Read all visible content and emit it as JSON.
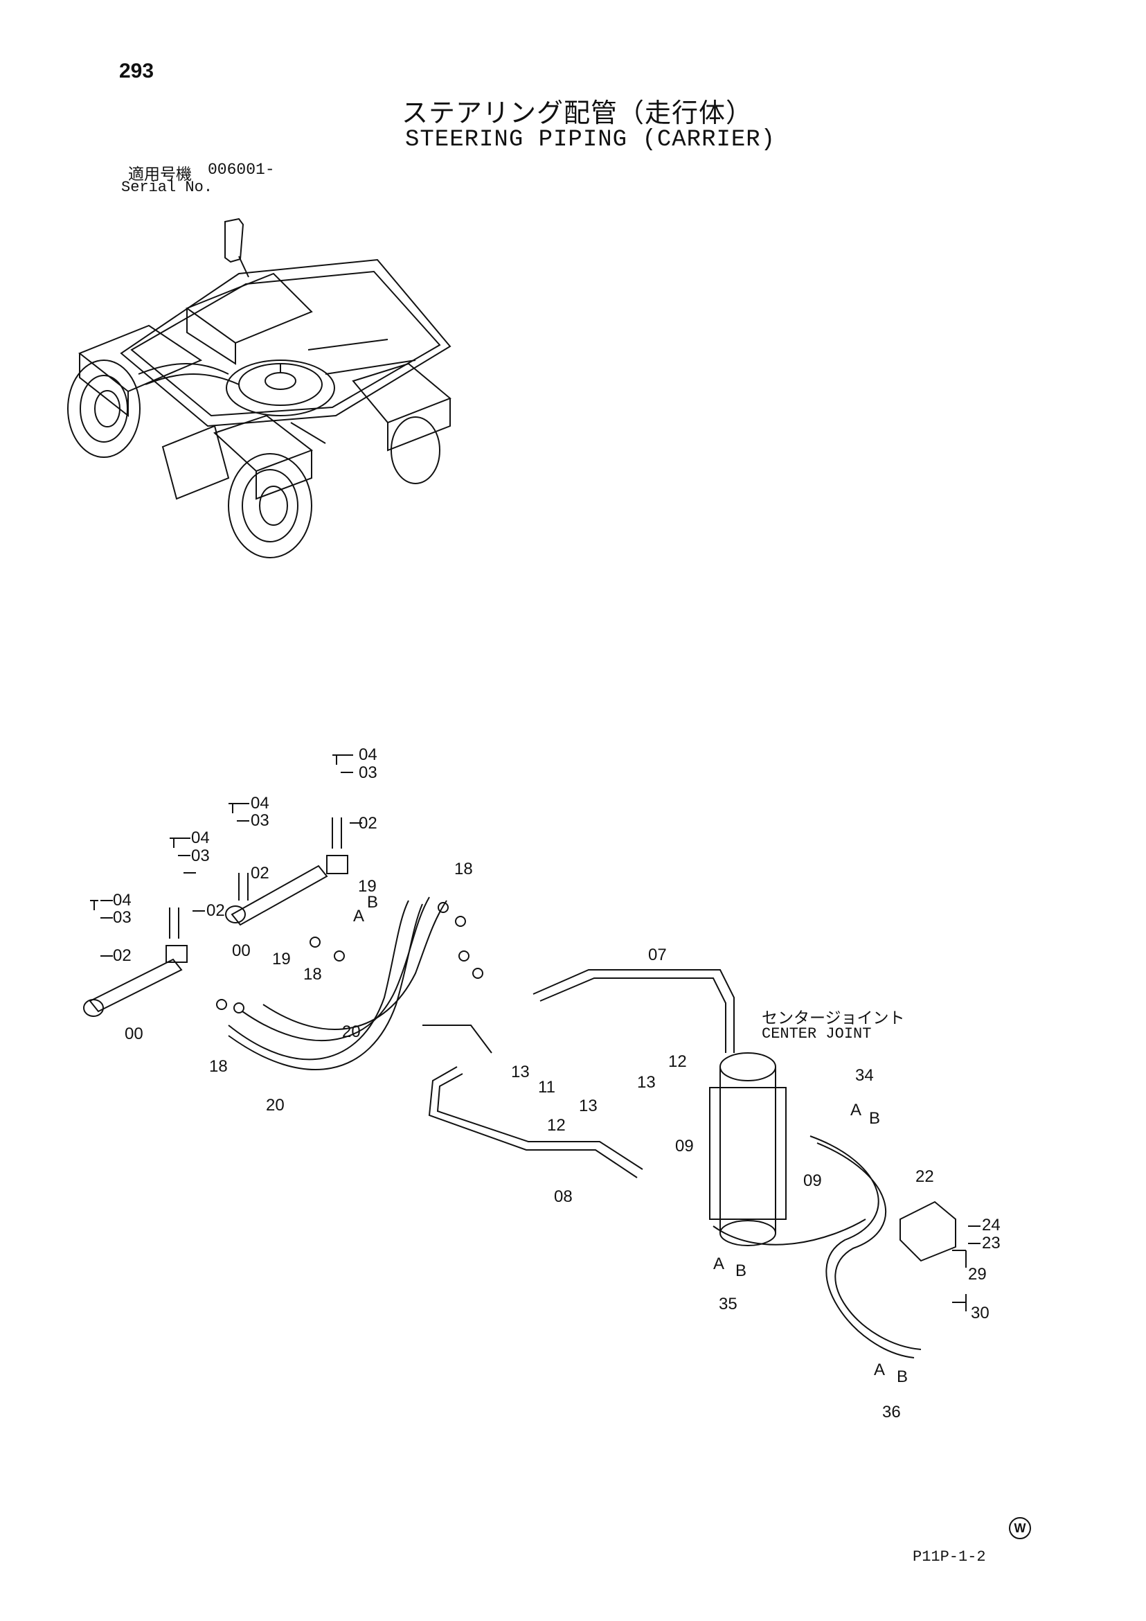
{
  "page_number": "293",
  "title_jp": "ステアリング配管（走行体）",
  "title_en": "STEERING PIPING (CARRIER)",
  "serial_label_jp": "適用号機",
  "serial_value": "006001-",
  "serial_label_en": "Serial No.",
  "center_joint_jp": "センタージョイント",
  "center_joint_en": "CENTER JOINT",
  "corner_mark": "W",
  "page_code": "P11P-1-2",
  "callouts": {
    "c04a": "04",
    "c03a": "03",
    "c02a": "02",
    "c04b": "04",
    "c03b": "03",
    "c02b": "02",
    "c04c": "04",
    "c03c": "03",
    "c02c": "02",
    "c04d": "04",
    "c03d": "03",
    "c02d": "02",
    "c00a": "00",
    "c00b": "00",
    "c18a": "18",
    "c18b": "18",
    "c18c": "18",
    "c19a": "19",
    "c19b": "19",
    "c20a": "20",
    "c20b": "20",
    "c07": "07",
    "c08": "08",
    "c09a": "09",
    "c09b": "09",
    "c11": "11",
    "c12a": "12",
    "c12b": "12",
    "c13a": "13",
    "c13b": "13",
    "c13c": "13",
    "c22": "22",
    "c23": "23",
    "c24": "24",
    "c29": "29",
    "c30": "30",
    "c34": "34",
    "c35": "35",
    "c36": "36",
    "lA": "A",
    "lB": "B"
  }
}
